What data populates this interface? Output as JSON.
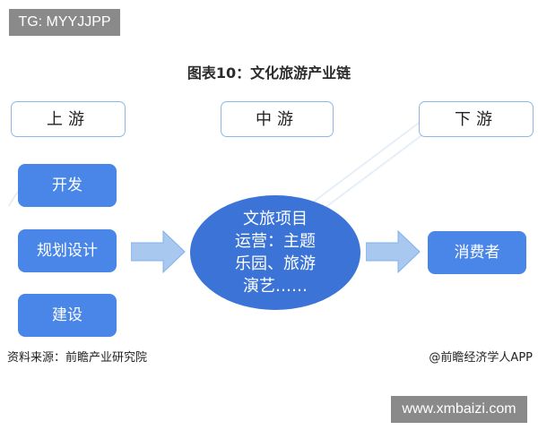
{
  "overlays": {
    "top_tag": "TG: MYYJJPP",
    "bottom_tag": "www.xmbaizi.com"
  },
  "figure": {
    "title": "图表10：文化旅游产业链",
    "upstream": {
      "header": "上游",
      "items": [
        "开发",
        "规划设计",
        "建设"
      ]
    },
    "midstream": {
      "header": "中游",
      "lines": [
        "文旅项目",
        "运营：主题",
        "乐园、旅游",
        "演艺……"
      ]
    },
    "downstream": {
      "header": "下游",
      "items": [
        "消费者"
      ]
    },
    "source": "资料来源：前瞻产业研究院",
    "credit": "@前瞻经济学人APP",
    "colors": {
      "box_blue": "#4a86e8",
      "ellipse_blue": "#3b74d6",
      "header_border": "#8bb8e8",
      "arrow_fill": "#a9c8ef"
    }
  }
}
